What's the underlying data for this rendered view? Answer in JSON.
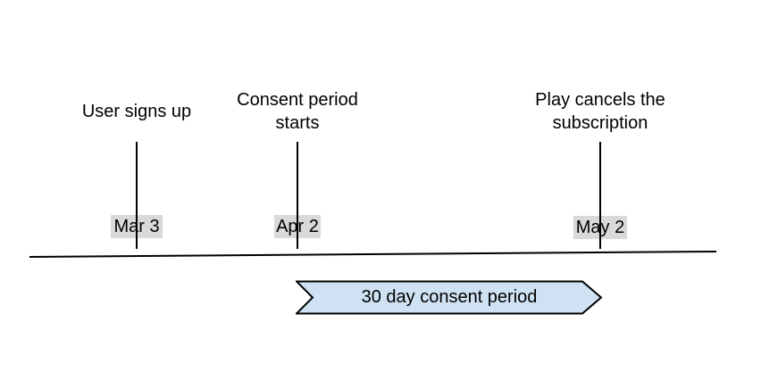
{
  "canvas": {
    "background": "#ffffff"
  },
  "timeline": {
    "line_color": "#000000",
    "events": [
      {
        "title": "User signs up",
        "date": "Mar 3"
      },
      {
        "title": "Consent period starts",
        "date": "Apr 2"
      },
      {
        "title": "Play cancels the subscription",
        "date": "May 2"
      }
    ],
    "date_chip": {
      "background": "#d9d9d9",
      "text_color": "#000000"
    },
    "banner": {
      "label": "30 day consent period",
      "fill": "#cfe2f3",
      "stroke": "#000000"
    }
  }
}
